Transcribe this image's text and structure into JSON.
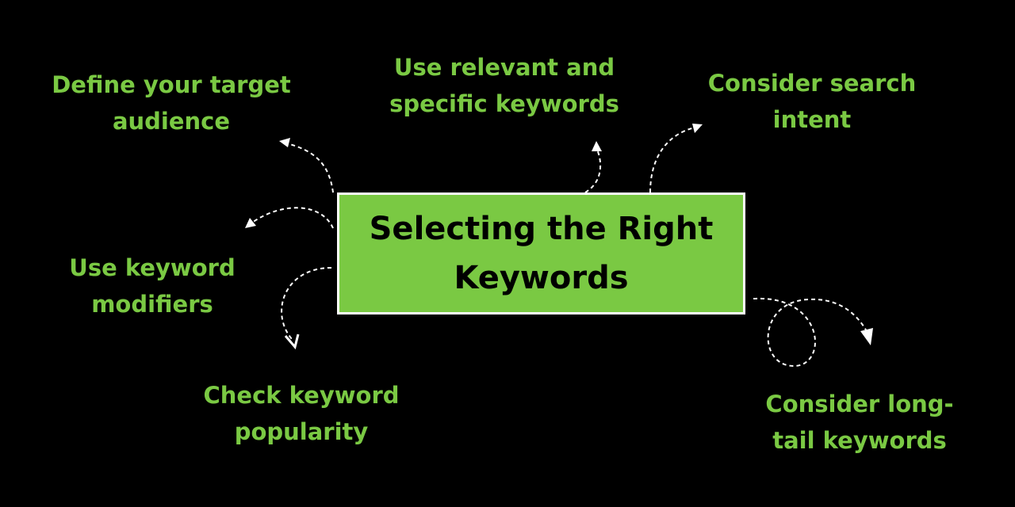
{
  "center": {
    "line1": "Selecting the Right",
    "line2": "Keywords"
  },
  "nodes": [
    {
      "id": "define-target-audience",
      "lines": [
        "Define your target",
        "audience"
      ]
    },
    {
      "id": "use-relevant-specific",
      "lines": [
        "Use relevant and",
        "specific keywords"
      ]
    },
    {
      "id": "consider-search-intent",
      "lines": [
        "Consider search",
        "intent"
      ]
    },
    {
      "id": "use-keyword-modifiers",
      "lines": [
        "Use keyword",
        "modifiers"
      ]
    },
    {
      "id": "check-keyword-popularity",
      "lines": [
        "Check keyword",
        "popularity"
      ]
    },
    {
      "id": "consider-long-tail",
      "lines": [
        "Consider long-",
        "tail keywords"
      ]
    }
  ],
  "colors": {
    "background": "#000000",
    "accent": "#7ac943",
    "center_text": "#000000",
    "border": "#ffffff",
    "arrow": "#ffffff"
  },
  "icons": [
    "dashed-arrow-icon"
  ]
}
